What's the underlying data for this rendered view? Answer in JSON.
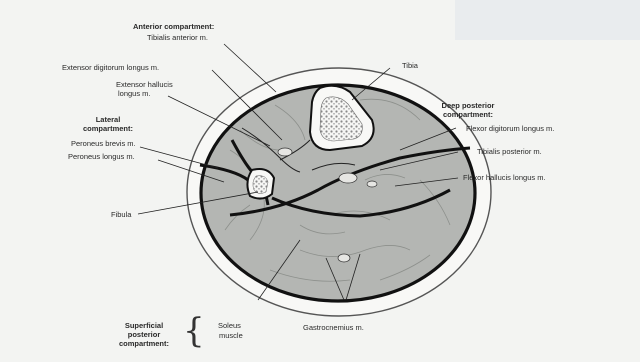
{
  "labels": {
    "anterior_compartment_title": "Anterior compartment:",
    "tibialis_anterior": "Tibialis anterior m.",
    "extensor_digitorum_longus": "Extensor digitorum longus m.",
    "extensor_hallucis_line1": "Extensor hallucis",
    "extensor_hallucis_line2": "longus m.",
    "tibia": "Tibia",
    "lateral_compartment_line1": "Lateral",
    "lateral_compartment_line2": "compartment:",
    "peroneus_brevis": "Peroneus brevis m.",
    "peroneus_longus": "Peroneus longus m.",
    "deep_posterior_line1": "Deep posterior",
    "deep_posterior_line2": "compartment:",
    "flexor_digitorum_longus": "Flexor digitorum longus m.",
    "tibialis_posterior": "Tibialis posterior m.",
    "flexor_hallucis_longus": "Flexor hallucis longus m.",
    "fibula": "Fibula",
    "superficial_line1": "Superficial",
    "superficial_line2": "posterior",
    "superficial_line3": "compartment:",
    "soleus_line1": "Soleus",
    "soleus_line2": "muscle",
    "gastrocnemius": "Gastrocnemius m."
  },
  "colors": {
    "background": "#f3f4f2",
    "muscle": "#b4b6b3",
    "skin_outline": "#555555",
    "septum": "#111111",
    "bone": "#f8f8f6",
    "marrow": "#8a8a8a"
  }
}
